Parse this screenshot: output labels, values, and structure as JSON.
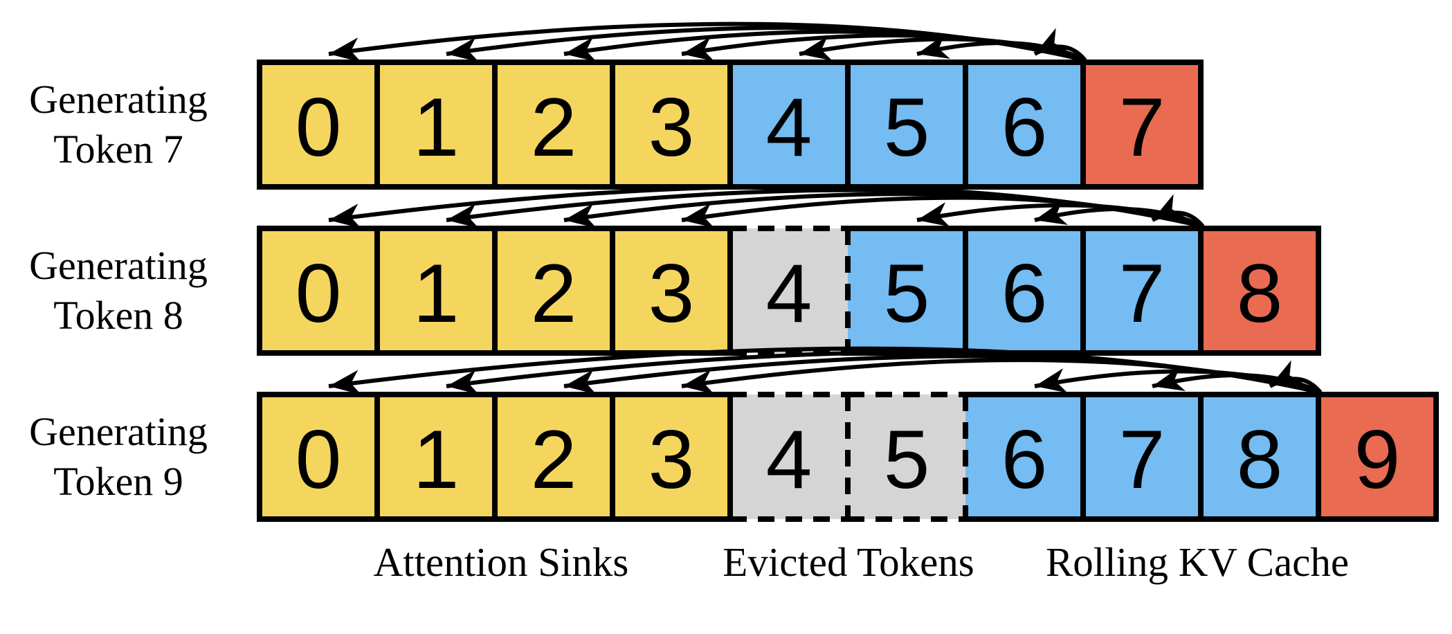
{
  "diagram": {
    "title_semantics": "StreamingLLM rolling KV cache with attention sinks",
    "background": "#FFFFFF",
    "colors": {
      "attention_sink": "#F4D65F",
      "evicted": "#D5D5D5",
      "rolling_kv_cache": "#74BCF2",
      "current": "#E96B52",
      "line": "#000000"
    },
    "rows": [
      {
        "label_line1": "Generating",
        "label_line2": "Token 7",
        "cells": [
          {
            "label": "0",
            "type": "attention_sink"
          },
          {
            "label": "1",
            "type": "attention_sink"
          },
          {
            "label": "2",
            "type": "attention_sink"
          },
          {
            "label": "3",
            "type": "attention_sink"
          },
          {
            "label": "4",
            "type": "rolling_kv_cache"
          },
          {
            "label": "5",
            "type": "rolling_kv_cache"
          },
          {
            "label": "6",
            "type": "rolling_kv_cache"
          },
          {
            "label": "7",
            "type": "current"
          }
        ],
        "attends_to": [
          0,
          1,
          2,
          3,
          4,
          5,
          6
        ],
        "evicted": []
      },
      {
        "label_line1": "Generating",
        "label_line2": "Token 8",
        "cells": [
          {
            "label": "0",
            "type": "attention_sink"
          },
          {
            "label": "1",
            "type": "attention_sink"
          },
          {
            "label": "2",
            "type": "attention_sink"
          },
          {
            "label": "3",
            "type": "attention_sink"
          },
          {
            "label": "4",
            "type": "evicted"
          },
          {
            "label": "5",
            "type": "rolling_kv_cache"
          },
          {
            "label": "6",
            "type": "rolling_kv_cache"
          },
          {
            "label": "7",
            "type": "rolling_kv_cache"
          },
          {
            "label": "8",
            "type": "current"
          }
        ],
        "attends_to": [
          0,
          1,
          2,
          3,
          5,
          6,
          7
        ],
        "evicted": [
          4
        ]
      },
      {
        "label_line1": "Generating",
        "label_line2": "Token 9",
        "cells": [
          {
            "label": "0",
            "type": "attention_sink"
          },
          {
            "label": "1",
            "type": "attention_sink"
          },
          {
            "label": "2",
            "type": "attention_sink"
          },
          {
            "label": "3",
            "type": "attention_sink"
          },
          {
            "label": "4",
            "type": "evicted"
          },
          {
            "label": "5",
            "type": "evicted"
          },
          {
            "label": "6",
            "type": "rolling_kv_cache"
          },
          {
            "label": "7",
            "type": "rolling_kv_cache"
          },
          {
            "label": "8",
            "type": "rolling_kv_cache"
          },
          {
            "label": "9",
            "type": "current"
          }
        ],
        "attends_to": [
          0,
          1,
          2,
          3,
          6,
          7,
          8
        ],
        "evicted": [
          4,
          5
        ]
      }
    ],
    "legend": [
      {
        "label": "Attention Sinks",
        "type": "attention_sink"
      },
      {
        "label": "Evicted Tokens",
        "type": "evicted"
      },
      {
        "label": "Rolling KV Cache",
        "type": "rolling_kv_cache"
      }
    ]
  }
}
